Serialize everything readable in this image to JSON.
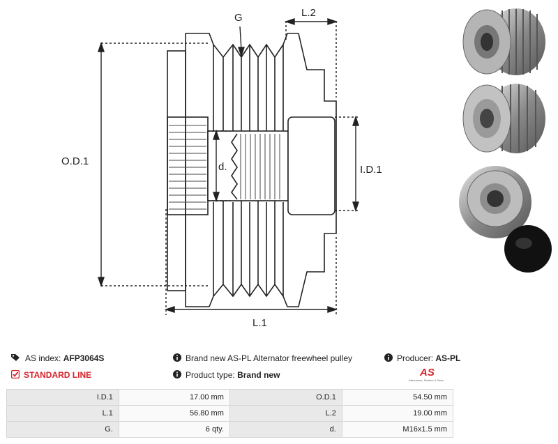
{
  "drawing": {
    "labels": {
      "g": "G",
      "l2": "L.2",
      "od1": "O.D.1",
      "id1": "I.D.1",
      "d": "d.",
      "l1": "L.1"
    }
  },
  "info": {
    "as_index_label": "AS index:",
    "as_index_value": "AFP3064S",
    "standard_line": "STANDARD LINE",
    "description": "Brand new AS-PL Alternator freewheel pulley",
    "product_type_label": "Product type:",
    "product_type_value": "Brand new",
    "producer_label": "Producer:",
    "producer_value": "AS-PL",
    "logo_text": "AS",
    "logo_tagline": "Alternators, Starters & Parts"
  },
  "specs": [
    {
      "label1": "I.D.1",
      "value1": "17.00 mm",
      "label2": "O.D.1",
      "value2": "54.50 mm"
    },
    {
      "label1": "L.1",
      "value1": "56.80 mm",
      "label2": "L.2",
      "value2": "19.00 mm"
    },
    {
      "label1": "G.",
      "value1": "6 qty.",
      "label2": "d.",
      "value2": "M16x1.5 mm"
    }
  ],
  "colors": {
    "accent_red": "#d6232a",
    "label_bg": "#e9e9e9",
    "value_bg": "#fafafa"
  }
}
